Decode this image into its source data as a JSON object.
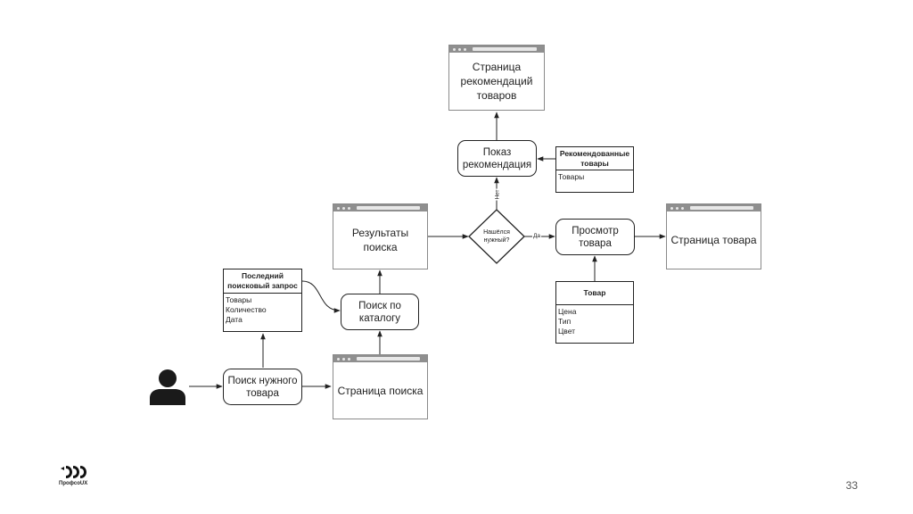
{
  "nodes": {
    "recommend_page": "Страница рекомендаций товаров",
    "show_recommend": "Показ рекомендация",
    "search_results": "Результаты поиска",
    "catalog_search": "Поиск по каталогу",
    "product_search": "Поиск нужного товара",
    "search_page": "Страница поиска",
    "product_view": "Просмотр товара",
    "product_page": "Страница товара",
    "decision": "Нашёлся нужный?"
  },
  "edges": {
    "no": "Нет",
    "yes": "Да"
  },
  "tables": {
    "recommended": {
      "title": "Рекомендованные товары",
      "rows": [
        "Товары"
      ]
    },
    "last_query": {
      "title": "Последний поисковый запрос",
      "rows": [
        "Товары",
        "Количество",
        "Дата"
      ]
    },
    "product": {
      "title": "Товар",
      "rows": [
        "Цена",
        "Тип",
        "Цвет"
      ]
    }
  },
  "logo": {
    "text": "ПрофсоUX"
  },
  "page_number": "33",
  "colors": {
    "stroke": "#222222",
    "window_border": "#8a8a8a",
    "window_bar": "#8f8f8f"
  }
}
